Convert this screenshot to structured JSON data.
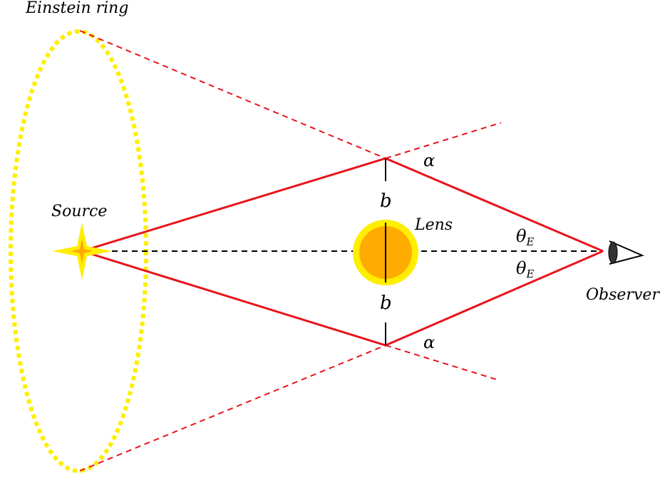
{
  "labels": {
    "einstein_ring": "Einstein ring",
    "source": "Source",
    "lens": "Lens",
    "observer": "Observer",
    "b_top": "b",
    "b_bottom": "b",
    "alpha_top": "α",
    "alpha_bottom": "α",
    "theta_top": "θ",
    "theta_top_sub": "E",
    "theta_bottom": "θ",
    "theta_bottom_sub": "E"
  },
  "colors": {
    "ray": "#e8141c",
    "ring": "#ffee00",
    "axis": "#000000",
    "lens_outer": "#ffee00",
    "lens_inner": "#ffab00",
    "star_outer": "#ffee00",
    "star_inner": "#ffaa00",
    "eye": "#000000"
  },
  "icons": {
    "source": "star-icon",
    "lens": "sun-icon",
    "observer": "eye-icon"
  }
}
